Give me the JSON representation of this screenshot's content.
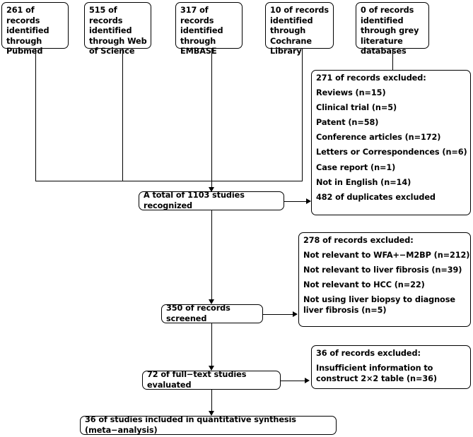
{
  "diagram": {
    "title": "PRISMA study selection flow diagram",
    "sources": [
      {
        "name": "pubmed",
        "text": "261 of records identified through Pubmed",
        "count": 261,
        "database": "Pubmed"
      },
      {
        "name": "web-of-science",
        "text": "515 of records identified through Web of Science",
        "count": 515,
        "database": "Web of Science"
      },
      {
        "name": "embase",
        "text": "317 of records identified through EMBASE",
        "count": 317,
        "database": "EMBASE"
      },
      {
        "name": "cochrane-library",
        "text": "10 of records identified through Cochrane Library",
        "count": 10,
        "database": "Cochrane Library"
      },
      {
        "name": "grey-literature",
        "text": "0 of records identified through grey literature databases",
        "count": 0,
        "database": "grey literature databases"
      }
    ],
    "exclusion_identification": {
      "header": "271 of records excluded:",
      "items": [
        "Reviews (n=15)",
        "Clinical trial (n=5)",
        "Patent (n=58)",
        "Conference articles (n=172)",
        "Letters or Correspondences (n=6)",
        "Case report (n=1)",
        "Not in English (n=14)",
        "482 of duplicates excluded"
      ]
    },
    "total_recognized": "A total of 1103 studies recognized",
    "exclusion_screening": {
      "header": "278 of records excluded:",
      "items": [
        "Not relevant to WFA+−M2BP (n=212)",
        "Not relevant to liver fibrosis (n=39)",
        "Not relevant to HCC (n=22)",
        "Not using liver biopsy to diagnose liver fibrosis (n=5)"
      ]
    },
    "records_screened": "350 of records screened",
    "exclusion_eligibility": {
      "header": "36 of records excluded:",
      "items": [
        "Insufficient information to construct 2×2 table (n=36)"
      ]
    },
    "fulltext_evaluated": "72 of full−text studies evaluated",
    "included": "36 of studies included in quantitative synthesis (meta−analysis)"
  }
}
